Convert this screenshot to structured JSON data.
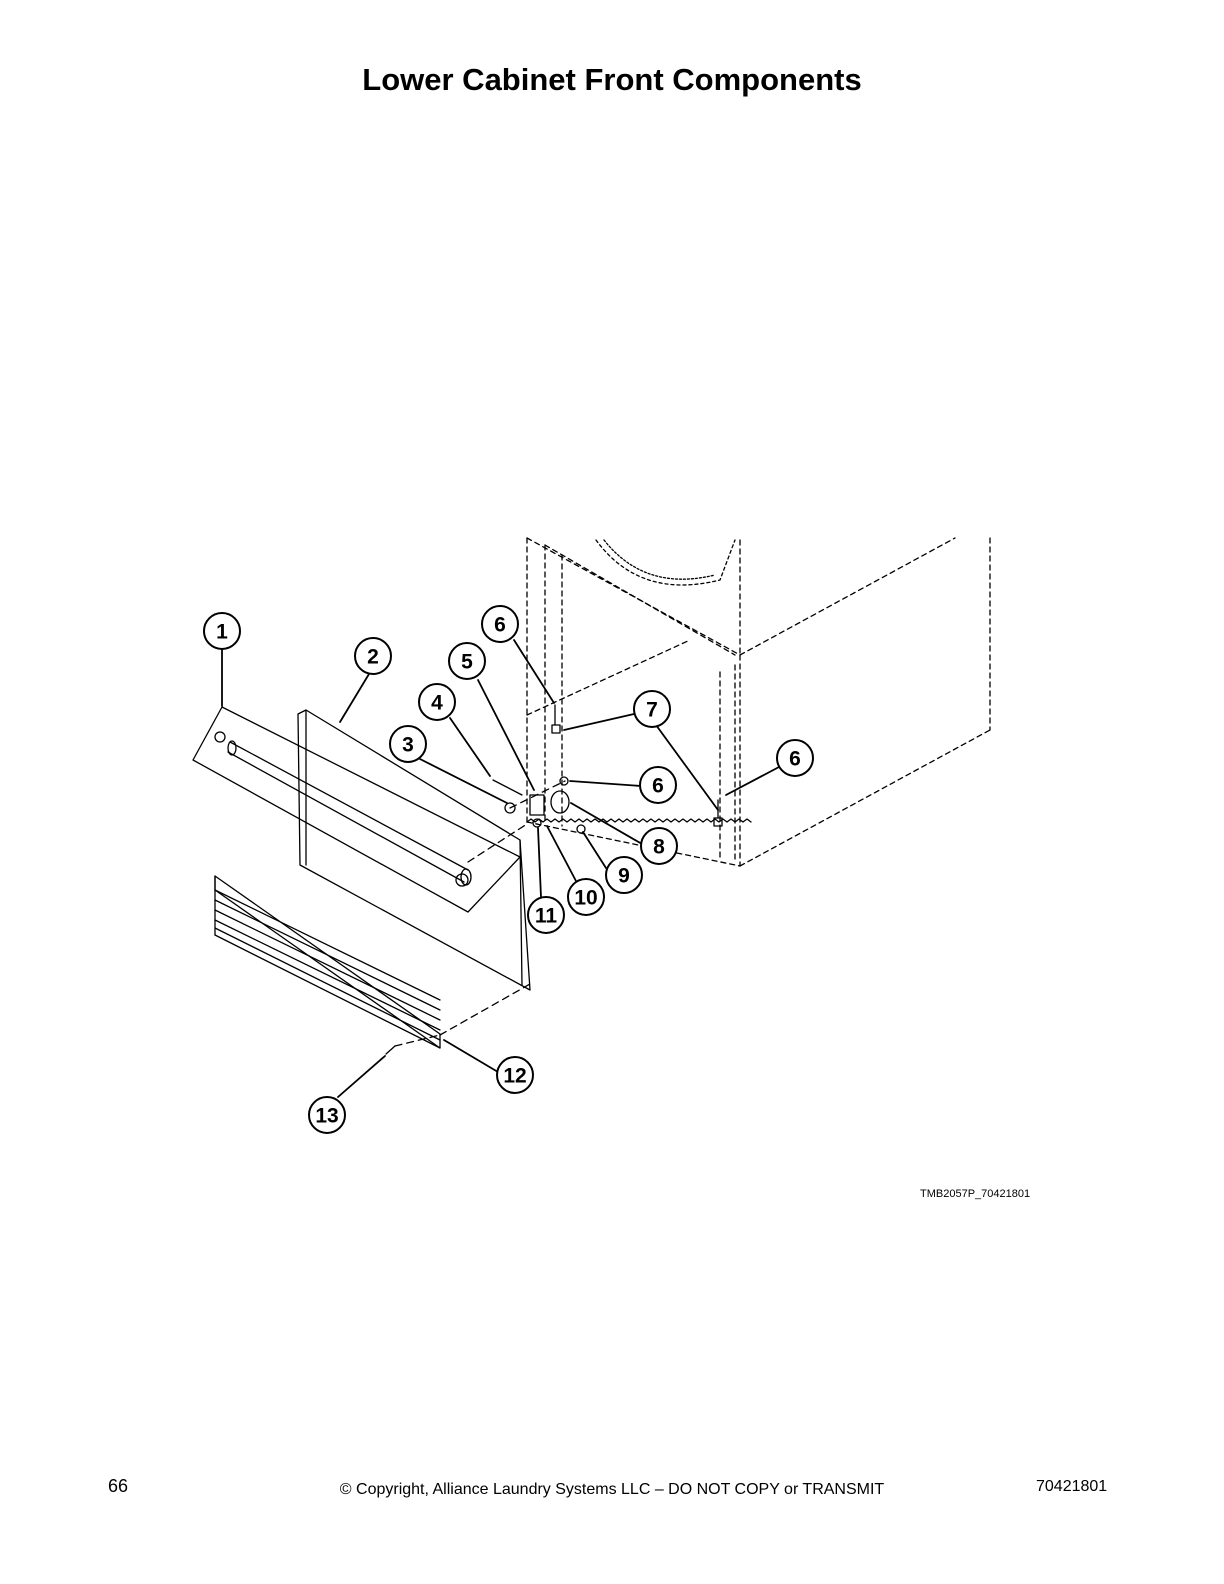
{
  "title": "Lower Cabinet Front Components",
  "callouts": [
    "1",
    "2",
    "3",
    "4",
    "5",
    "6",
    "6",
    "6",
    "7",
    "8",
    "9",
    "10",
    "11",
    "12",
    "13"
  ],
  "figure_id": "TMB2057P_70421801",
  "footer": {
    "page_number": "66",
    "copyright": "© Copyright, Alliance Laundry Systems LLC – DO NOT COPY or TRANSMIT",
    "doc_number": "70421801"
  }
}
